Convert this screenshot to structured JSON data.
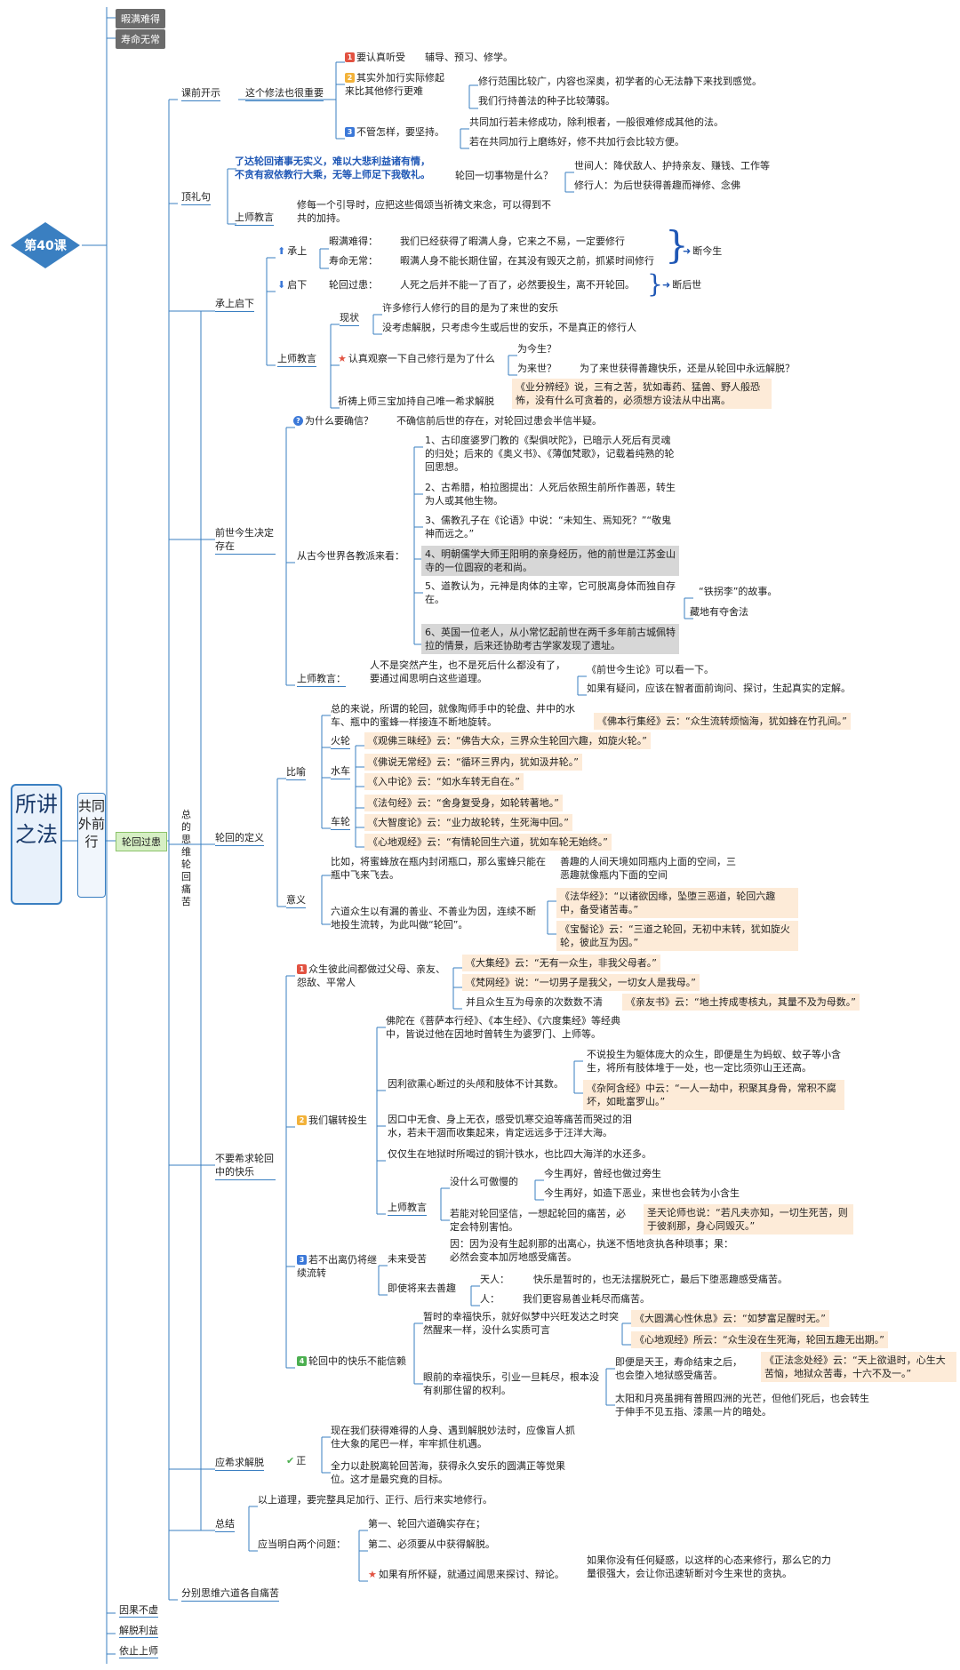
{
  "top_tags": [
    "暇满难得",
    "寿命无常"
  ],
  "bottom_tags": [
    "因果不虚",
    "解脱利益",
    "依止上师"
  ],
  "lesson": "第40课",
  "main_title": "所讲之法",
  "sub_title": "共同外前行",
  "lunhui": "轮回过患",
  "total": "总的思维轮回痛苦",
  "sec1": {
    "title": "课前开示",
    "branch": "这个修法也很重要",
    "i1": "要认真听受",
    "i1d": "辅导、预习、修学。",
    "i2": "其实外加行实际修起来比其他修行更难",
    "i2a": "修行范围比较广，内容也深奥，初学者的心无法静下来找到感觉。",
    "i2b": "我们行持善法的种子比较薄弱。",
    "i3": "不管怎样，要坚持。",
    "i3a": "共同加行若未修成功，除利根者，一般很难修成其他的法。",
    "i3b": "若在共同加行上磨练好，修不共加行会比较方便。"
  },
  "sec2": {
    "title": "顶礼句",
    "verse": "了达轮回诸事无实义，难以大悲利益诸有情，不贪有寂依教行大乘，无等上师足下我敬礼。",
    "q": "轮回一切事物是什么？",
    "a1": "世间人：降伏敌人、护持亲友、赚钱、工作等",
    "a2": "修行人：为后世获得善趣而禅修、念佛",
    "teach": "上师教言",
    "teach_d": "修每一个引导时，应把这些偈颂当祈祷文来念，可以得到不共的加持。"
  },
  "sec3": {
    "title": "承上启下",
    "cs": "承上",
    "cs1": "暇满难得：",
    "cs1d": "我们已经获得了暇满人身，它来之不易，一定要修行",
    "cs2": "寿命无常：",
    "cs2d": "暇满人身不能长期住留，在其没有毁灭之前，抓紧时间修行",
    "cs_r": "断今生",
    "qx": "启下",
    "qx1": "轮回过患：",
    "qx1d": "人死之后并不能一了百了，必然要投生，离不开轮回。",
    "qx_r": "断后世",
    "teach": "上师教言",
    "xz": "现状",
    "xz1": "许多修行人修行的目的是为了来世的安乐",
    "xz2": "没考虑解脱，只考虑今生或后世的安乐，不是真正的修行人",
    "rz": "认真观察一下自己修行是为了什么",
    "rz1": "为今生？",
    "rz2": "为来世？",
    "rz2d": "为了来世获得善趣快乐，还是从轮回中永远解脱？",
    "qd": "祈祷上师三宝加持自己唯一希求解脱",
    "qdd": "《业分辨经》说，三有之苦，犹如毒药、猛兽、野人般恐怖，没有什么可贪着的，必须想方设法从中出离。"
  },
  "sec4": {
    "title": "前世今生决定存在",
    "why": "为什么要确信？",
    "why_d": "不确信前后世的存在，对轮回过患会半信半疑。",
    "cong": "从古今世界各教派来看：",
    "p1": "1、古印度婆罗门教的《梨俱吠陀》，已暗示人死后有灵魂的归处；后来的《奥义书》、《薄伽梵歌》，记载着纯熟的轮回思想。",
    "p2": "2、古希腊，柏拉图提出：人死后依照生前所作善恶，转生为人或其他生物。",
    "p3": "3、儒教孔子在《论语》中说：“未知生、焉知死？”“敬鬼神而远之。”",
    "p4": "4、明朝儒学大师王阳明的亲身经历，他的前世是江苏金山寺的一位圆寂的老和尚。",
    "p5": "5、道教认为，元神是肉体的主宰，它可脱离身体而独自存在。",
    "p5a": "“铁拐李”的故事。",
    "p5b": "藏地有夺舍法",
    "p6": "6、英国一位老人，从小常忆起前世在两千多年前古城佩特拉的情景，后来还协助考古学家发现了遗址。",
    "teach": "上师教言：",
    "teach_d": "人不是突然产生，也不是死后什么都没有了，要通过闻思明白这些道理。",
    "t1": "《前世今生论》可以看一下。",
    "t2": "如果有疑问，应该在智者面前询问、探讨，生起真实的定解。"
  },
  "sec5": {
    "title": "轮回的定义",
    "by": "比喻",
    "by_d": "总的来说，所谓的轮回，就像陶师手中的轮盘、井中的水车、瓶中的蜜蜂一样接连不断地旋转。",
    "by_q": "《佛本行集经》云：“众生流转烦恼海，犹如蜂在竹孔间。”",
    "hl": "火轮",
    "hl1": "《观佛三昧经》云：“佛告大众，三界众生轮回六趣，如旋火轮。”",
    "sc": "水车",
    "sc1": "《佛说无常经》云：“循环三界内，犹如汲井轮。”",
    "sc2": "《入中论》云：“如水车转无自在。”",
    "cl": "车轮",
    "cl1": "《法句经》云：“舍身复受身，如轮转著地。”",
    "cl2": "《大智度论》云：“业力故轮转，生死海中回。”",
    "cl3": "《心地观经》云：“有情轮回生六道，犹如车轮无始终。”",
    "yy": "意义",
    "yy1": "比如，将蜜蜂放在瓶内封闭瓶口，那么蜜蜂只能在瓶中飞来飞去。",
    "yy1d": "善趣的人间天境如同瓶内上面的空间，三恶趣就像瓶内下面的空间",
    "yy2": "六道众生以有漏的善业、不善业为因，连续不断地投生流转，为此叫做“轮回”。",
    "yy2a": "《法华经》：“以诸欲因缘，坠堕三恶道，轮回六趣中，备受诸苦毒。”",
    "yy2b": "《宝髻论》云：“三道之轮回，无初中末转，犹如旋火轮，彼此互为因。”"
  },
  "sec6": {
    "title": "不要希求轮回中的快乐",
    "a": "众生彼此间都做过父母、亲友、怨敌、平常人",
    "a1": "《大集经》云：“无有一众生，非我父母者。”",
    "a2": "《梵网经》说：“一切男子是我父，一切女人是我母。”",
    "a3": "并且众生互为母亲的次数数不清",
    "a3q": "《亲友书》云：“地土抟成枣核丸，其量不及为母数。”",
    "b": "我们辗转投生",
    "b1": "佛陀在《菩萨本行经》、《本生经》、《六度集经》等经典中，皆说过他在因地时曾转生为婆罗门、上师等。",
    "b2": "因利欲熏心断过的头颅和肢体不计其数。",
    "b2a": "不说投生为躯体庞大的众生，即便是生为蚂蚁、蚊子等小含生，将所有肢体堆于一处，也一定比须弥山王还高。",
    "b2b": "《杂阿含经》中云：“一人一劫中，积聚其身骨，常积不腐坏，如毗富罗山。”",
    "b3": "因口中无食、身上无衣，感受饥寒交迫等痛苦而哭过的泪水，若未干涸而收集起来，肯定远远多于汪洋大海。",
    "b4": "仅仅生在地狱时所喝过的铜汁铁水，也比四大海洋的水还多。",
    "bt": "上师教言",
    "bt1": "没什么可傲慢的",
    "bt1a": "今生再好，曾经也做过旁生",
    "bt1b": "今生再好，如造下恶业，来世也会转为小含生",
    "bt2": "若能对轮回坚信，一想起轮回的痛苦，必定会特别害怕。",
    "bt2q": "圣天论师也说：“若凡夫亦知，一切生死苦，则于彼刹那，身心同毁灭。”",
    "c": "若不出离仍将继续流转",
    "c1": "未来受苦",
    "c1d": "因：因为没有生起刹那的出离心，执迷不悟地贪执各种琐事；果：必然会变本加厉地感受痛苦。",
    "c2": "即使将来去善趣",
    "c2a": "天人：",
    "c2ad": "快乐是暂时的，也无法摆脱死亡，最后下堕恶趣感受痛苦。",
    "c2b": "人：",
    "c2bd": "我们更容易善业耗尽而痛苦。",
    "d": "轮回中的快乐不能信赖",
    "d1": "暂时的幸福快乐，就好似梦中兴旺发达之时突然醒来一样，没什么实质可言",
    "d1a": "《大圆满心性休息》云：“如梦富足醒时无。”",
    "d1b": "《心地观经》所云：“众生没在生死海，轮回五趣无出期。”",
    "d2": "眼前的幸福快乐，引业一旦耗尽，根本没有刹那住留的权利。",
    "d2a": "即便是天王，寿命结束之后，也会堕入地狱感受痛苦。",
    "d2aq": "《正法念处经》云：“天上欲退时，心生大苦恼，地狱众苦毒，十六不及一。”",
    "d2b": "太阳和月亮虽拥有普照四洲的光芒，但他们死后，也会转生于伸手不见五指、漆黑一片的暗处。"
  },
  "sec7": {
    "title": "应希求解脱",
    "zheng": "正",
    "z1": "现在我们获得难得的人身、遇到解脱妙法时，应像盲人抓住大象的尾巴一样，牢牢抓住机遇。",
    "z2": "全力以赴脱离轮回苦海，获得永久安乐的圆满正等觉果位。这才是最究竟的目标。"
  },
  "sec8": {
    "title": "总结",
    "s1": "以上道理，要完整具足加行、正行、后行来实地修行。",
    "s2": "应当明白两个问题：",
    "s2a": "第一、轮回六道确实存在；",
    "s2b": "第二、必须要从中获得解脱。",
    "s3": "如果有所怀疑，就通过闻思来探讨、辩论。",
    "s3d": "如果你没有任何疑惑，以这样的心态来修行，那么它的力量很强大，会让你迅速斩断对今生来世的贪执。"
  },
  "sec9": {
    "title": "分别思维六道各自痛苦"
  },
  "colors": {
    "line": "#3a7fc1",
    "highlight": "#fdebd8",
    "lesson": "#3a7fc1",
    "lunhui": "#d6efc4"
  }
}
